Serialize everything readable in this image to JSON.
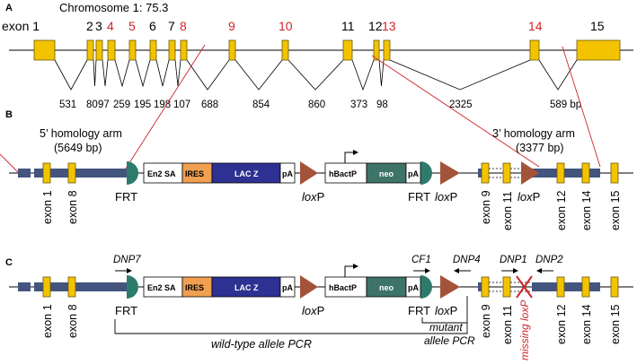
{
  "colors": {
    "exon": "#f4c300",
    "exon_stroke": "#6b5a00",
    "vector_bar": "#43557e",
    "frt": "#2d7b6c",
    "loxp": "#a4533b",
    "ires": "#f0a050",
    "lacz": "#2d3192",
    "neo": "#3e7468",
    "red": "#d0242a"
  },
  "panel_a": {
    "label": "A",
    "title": "Chromosome 1: 75.3",
    "exon_numbers": [
      "exon 1",
      "2",
      "3",
      "4",
      "5",
      "6",
      "7",
      "8",
      "9",
      "10",
      "11",
      "12",
      "13",
      "14",
      "15"
    ],
    "intron_sizes": [
      "531",
      "80",
      "97",
      "259",
      "195",
      "198",
      "107",
      "688",
      "854",
      "860",
      "373",
      "98",
      "2325",
      "589 bp"
    ]
  },
  "panel_b": {
    "label": "B",
    "homology_5_line1": "5’ homology arm",
    "homology_5_line2": "(5649 bp)",
    "homology_3_line1": "3’ homology arm",
    "homology_3_line2": "(3377 bp)",
    "en2sa": "En2 SA",
    "ires": "IRES",
    "lacz": "LAC Z",
    "pa": "pA",
    "hbactp": "hBactP",
    "neo": "neo",
    "frt": "FRT",
    "lox_italic": "lox",
    "lox_suffix": "P",
    "exon_labels": [
      "exon 1",
      "exon 8",
      "exon 9",
      "exon 11",
      "exon 12",
      "exon 14",
      "exon 15"
    ]
  },
  "panel_c": {
    "label": "C",
    "primers": [
      "DNP7",
      "CF1",
      "DNP4",
      "DNP1",
      "DNP2"
    ],
    "missing_loxp": "missing loxP",
    "wild_type": "wild-type allele PCR",
    "mutant_line1": "mutant",
    "mutant_line2": "allele PCR"
  }
}
